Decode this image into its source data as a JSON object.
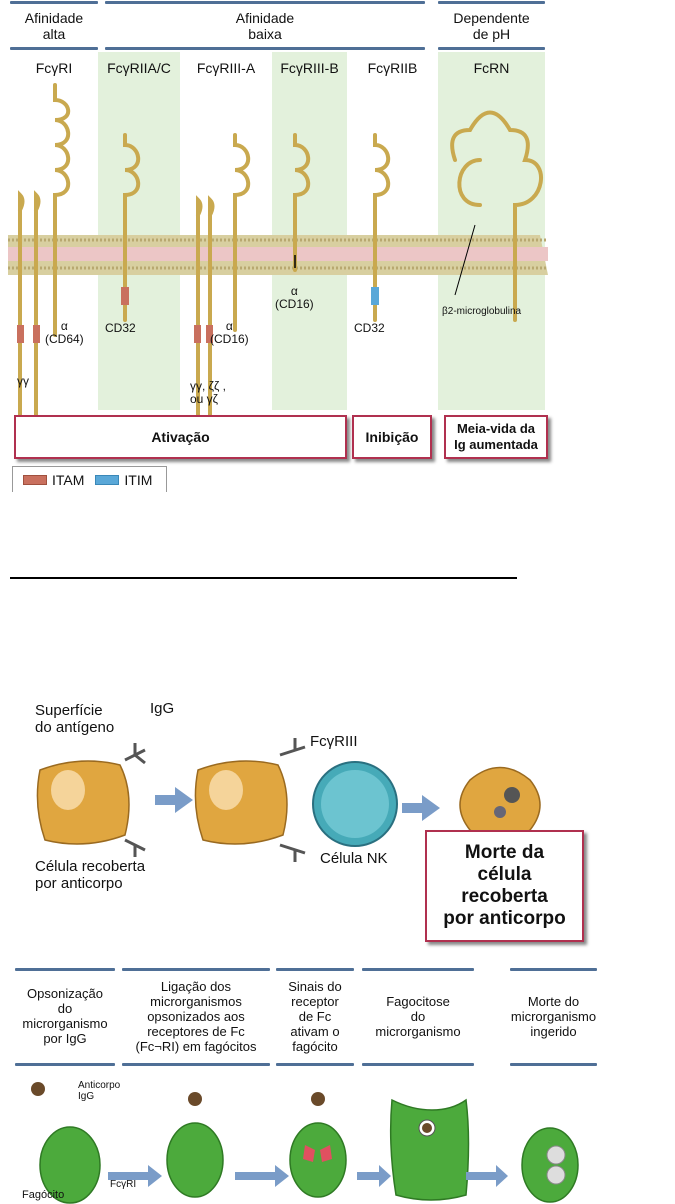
{
  "figure1": {
    "affinity_headers": [
      "Afinidade\nalta",
      "Afinidade\nbaixa",
      "Dependente\nde pH"
    ],
    "receptors": [
      "FcγRI",
      "FcγRIIA/C",
      "FcγRIII-A",
      "FcγRIII-B",
      "FcγRIIB",
      "FcRN"
    ],
    "chain_labels": {
      "gg": "γγ",
      "cd64": "α\n(CD64)",
      "cd32a": "CD32",
      "multi": "γγ, ζζ ,\nou γζ",
      "cd16a": "α\n(CD16)",
      "cd16b": "α\n(CD16)",
      "cd32b": "CD32",
      "b2m": "β2-microglobulina"
    },
    "function_boxes": [
      "Ativação",
      "Inibição",
      "Meia-vida da\nIg aumentada"
    ],
    "legend": [
      {
        "label": "ITAM",
        "color": "#c9705e"
      },
      {
        "label": "ITIM",
        "color": "#5aa8d8"
      }
    ]
  },
  "figure2": {
    "label_surface": "Superfície\ndo antígeno",
    "label_igg": "IgG",
    "label_receptor": "FcγRIII",
    "label_coated_cell": "Célula recoberta\npor anticorpo",
    "label_nk": "Célula NK",
    "result_box": "Morte da\ncélula\nrecoberta\npor anticorpo"
  },
  "figure3": {
    "steps": [
      "Opsonização\ndo\nmicrorganismo\npor IgG",
      "Ligação dos\nmicrorganismos\nopsonizados aos\nreceptores de Fc\n(Fc¬RI) em fagócitos",
      "Sinais do\nreceptor\nde Fc\nativam o\nfagócito",
      "Fagocitose\ndo\nmicrorganismo",
      "Morte do\nmicrorganismo\ningerido"
    ],
    "label_antibody": "Anticorpo\nIgG",
    "label_receptor": "FcγRI",
    "label_phagocyte": "Fagócito"
  },
  "colors": {
    "accent_bar": "#4f6f96",
    "box_border": "#b0304f",
    "green_band": "#e3f1dc",
    "receptor": "#d9bd72",
    "arrow": "#7a9cc8"
  }
}
